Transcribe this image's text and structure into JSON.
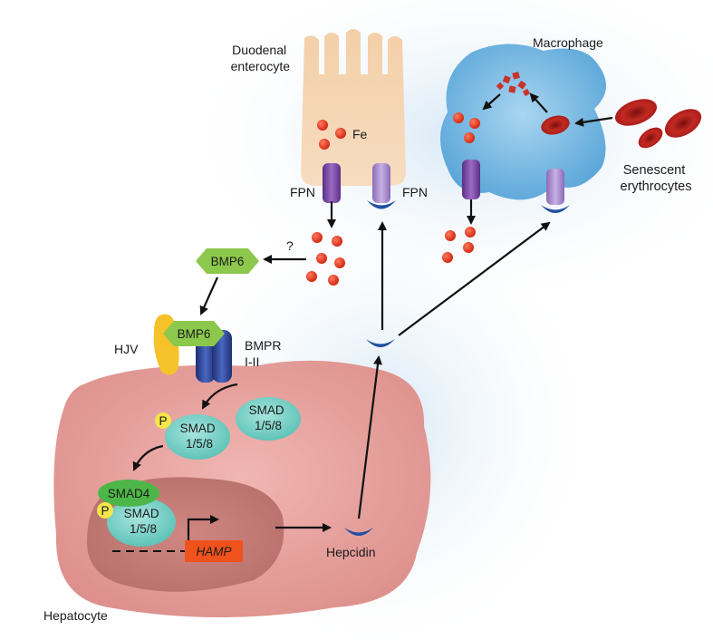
{
  "labels": {
    "enterocyte": "Duodenal\nenterocyte",
    "fe": "Fe",
    "fpn_left": "FPN",
    "fpn_right": "FPN",
    "macrophage": "Macrophage",
    "erythrocytes": "Senescent\nerythrocytes",
    "question": "?",
    "bmp6_free": "BMP6",
    "bmp6_bound": "BMP6",
    "hjv": "HJV",
    "bmpr": "BMPR\nI-II",
    "smad_free": "SMAD\n1/5/8",
    "smad_p": "SMAD\n1/5/8",
    "smad_nuc": "SMAD\n1/5/8",
    "smad4": "SMAD4",
    "p1": "P",
    "p2": "P",
    "hamp": "HAMP",
    "hepcidin": "Hepcidin",
    "hepatocyte": "Hepatocyte"
  },
  "colors": {
    "hepatocyte": "#e7a29f",
    "nucleus": "#c77b77",
    "enterocyte": "#f7d5b1",
    "macrophage": "#7fbde4",
    "background_glow": "#dbeaf5",
    "iron": "#e2341f",
    "erythrocyte": "#b3201d",
    "bmp6": "#8cc84b",
    "smad": "#7dd3c9",
    "smad4": "#4db648",
    "phospho": "#f4e64a",
    "hjv": "#f5c22a",
    "bmpr": "#2f4a9e",
    "fpn": "#7a4aa0",
    "hepcidin": "#1f4fa0",
    "hamp": "#f0521c"
  },
  "icons": [
    "iron-particle",
    "ferroportin-channel",
    "hepcidin-cup",
    "red-blood-cell",
    "phosphate-group"
  ]
}
